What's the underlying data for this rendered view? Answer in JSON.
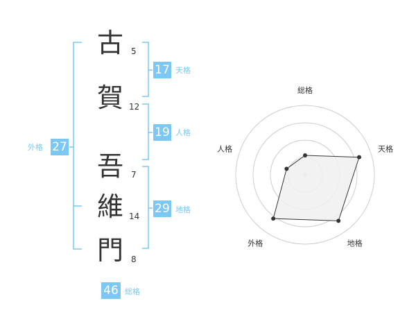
{
  "name": {
    "characters": [
      {
        "char": "古",
        "strokes": "5"
      },
      {
        "char": "賀",
        "strokes": "12"
      },
      {
        "char": "吾",
        "strokes": "7"
      },
      {
        "char": "維",
        "strokes": "14"
      },
      {
        "char": "門",
        "strokes": "8"
      }
    ]
  },
  "fortune": {
    "tenkaku": {
      "value": "17",
      "label": "天格"
    },
    "jinkaku": {
      "value": "19",
      "label": "人格"
    },
    "chikaku": {
      "value": "29",
      "label": "地格"
    },
    "gaikaku": {
      "value": "27",
      "label": "外格"
    },
    "soukaku": {
      "value": "46",
      "label": "総格"
    }
  },
  "chart_data": {
    "type": "radar",
    "axes": [
      "総格",
      "天格",
      "地格",
      "外格",
      "人格"
    ],
    "values": [
      0.28,
      0.82,
      0.82,
      0.78,
      0.28
    ],
    "rmax": 1,
    "rings": 4,
    "grid": true
  },
  "colors": {
    "accent": "#7bc8f4",
    "bracket": "#7bc8f4",
    "fill": "#f0f0f0",
    "line": "#333333",
    "grid": "#cccccc"
  }
}
